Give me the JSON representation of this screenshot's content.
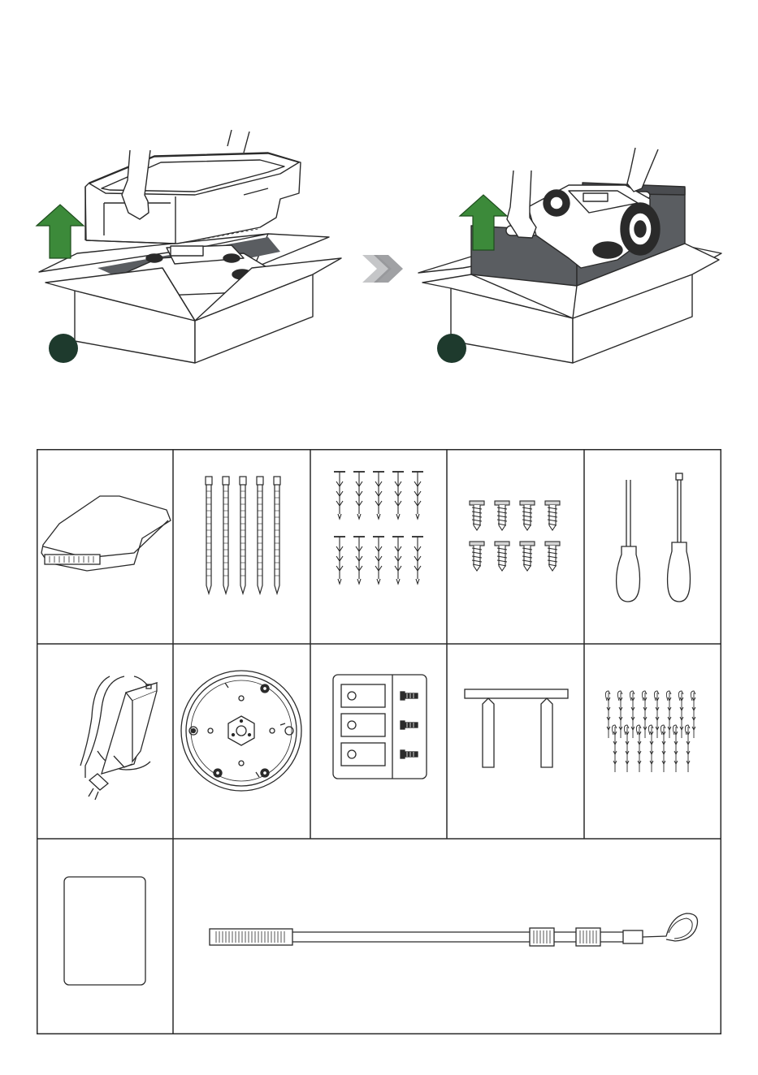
{
  "steps": [
    {
      "id": "step-1",
      "number": ""
    },
    {
      "id": "step-2",
      "number": ""
    }
  ],
  "colors": {
    "arrow_green": "#3c8a3a",
    "badge_dark": "#1e3a2d",
    "insert_gray": "#5a5d61",
    "chevron_gray": "#b7b8ba",
    "line": "#2a2a2a"
  },
  "parts": [
    {
      "name": "robot-top-cover",
      "icon": "cover-icon"
    },
    {
      "name": "cable-ties",
      "icon": "cable-tie-icon",
      "quantity": 5
    },
    {
      "name": "boundary-pegs",
      "icon": "peg-icon",
      "quantity": 10
    },
    {
      "name": "screws",
      "icon": "screw-icon",
      "quantity": 8
    },
    {
      "name": "screwdrivers",
      "icon": "screwdriver-icon",
      "quantity": 2
    },
    {
      "name": "power-adapter",
      "icon": "power-adapter-icon"
    },
    {
      "name": "charging-base-plate",
      "icon": "base-plate-icon"
    },
    {
      "name": "blade-set",
      "icon": "blade-icon",
      "quantity": 3
    },
    {
      "name": "u-stake",
      "icon": "u-stake-icon"
    },
    {
      "name": "wire-pegs",
      "icon": "wire-peg-icon",
      "quantity": 14
    },
    {
      "name": "manual-card",
      "icon": "card-icon"
    },
    {
      "name": "cable-with-hook",
      "icon": "cable-hook-icon"
    }
  ]
}
